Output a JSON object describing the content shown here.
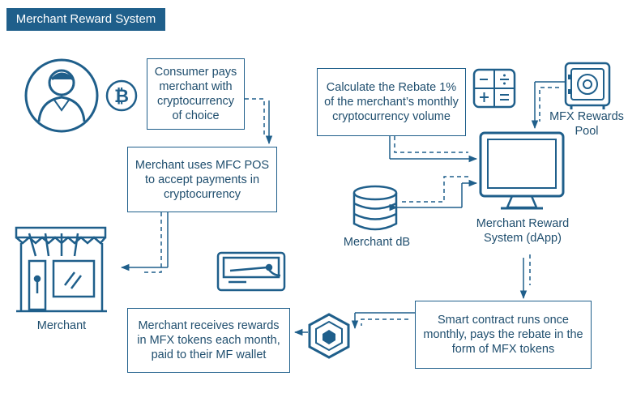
{
  "header": {
    "title": "Merchant Reward System"
  },
  "nodes": {
    "consumer_pays": "Consumer pays merchant with cryptocurrency of choice",
    "merchant_pos": "Merchant uses MFC POS to accept payments in cryptocurrency",
    "merchant_receives": "Merchant receives rewards in MFX tokens each month, paid to their MF wallet",
    "calculate_rebate": "Calculate the Rebate 1% of the merchant’s monthly cryptocurrency volume",
    "smart_contract": "Smart contract runs once monthly, pays the rebate in the form of MFX tokens"
  },
  "labels": {
    "rewards_pool": "MFX Rewards Pool",
    "merchant_db": "Merchant dB",
    "reward_system": "Merchant Reward System (dApp)",
    "merchant": "Merchant"
  },
  "icons": {
    "consumer": "user-avatar-icon",
    "bitcoin": "bitcoin-icon",
    "calculator": "calculator-icon",
    "safe": "safe-vault-icon",
    "database": "database-icon",
    "monitor": "computer-monitor-icon",
    "storefront": "storefront-icon",
    "wallet": "wallet-icon",
    "token": "hexagon-token-icon"
  },
  "colors": {
    "primary": "#1f5f8b",
    "text": "#1f4e6e",
    "background": "#ffffff"
  }
}
